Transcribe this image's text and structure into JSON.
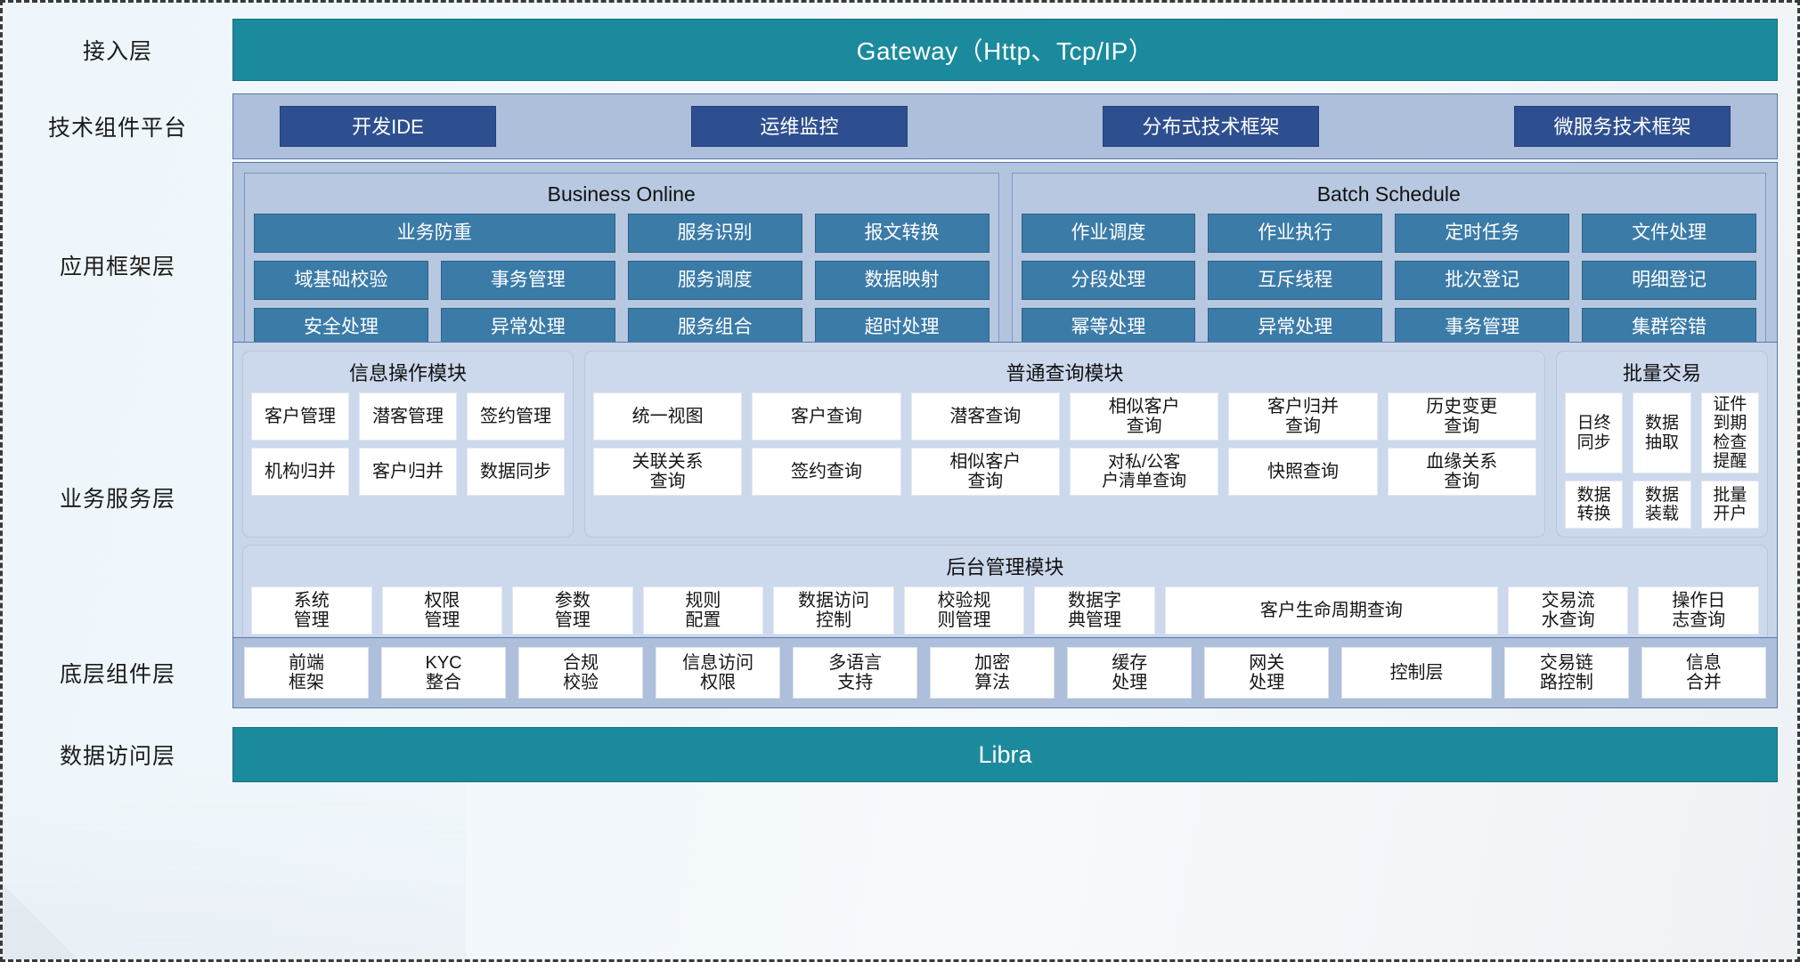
{
  "layers": {
    "access": {
      "label": "接入层",
      "bar": "Gateway（Http、Tcp/IP）"
    },
    "tech": {
      "label": "技术组件平台",
      "items": [
        "开发IDE",
        "运维监控",
        "分布式技术框架",
        "微服务技术框架"
      ]
    },
    "app_framework": {
      "label": "应用框架层",
      "groups": [
        {
          "title": "Business Online",
          "rows": [
            [
              "业务防重",
              "服务识别",
              "报文转换"
            ],
            [
              "域基础校验",
              "事务管理",
              "服务调度",
              "数据映射"
            ],
            [
              "安全处理",
              "异常处理",
              "服务组合",
              "超时处理"
            ]
          ]
        },
        {
          "title": "Batch Schedule",
          "rows": [
            [
              "作业调度",
              "作业执行",
              "定时任务",
              "文件处理"
            ],
            [
              "分段处理",
              "互斥线程",
              "批次登记",
              "明细登记"
            ],
            [
              "幂等处理",
              "异常处理",
              "事务管理",
              "集群容错"
            ]
          ]
        }
      ]
    },
    "business_service": {
      "label": "业务服务层",
      "groups": [
        {
          "title": "信息操作模块",
          "rows": [
            [
              "客户管理",
              "潜客管理",
              "签约管理"
            ],
            [
              "机构归并",
              "客户归并",
              "数据同步"
            ]
          ]
        },
        {
          "title": "普通查询模块",
          "rows": [
            [
              "统一视图",
              "客户查询",
              "潜客查询",
              "相似客户\n查询",
              "客户归并\n查询",
              "历史变更\n查询"
            ],
            [
              "关联关系\n查询",
              "签约查询",
              "相似客户\n查询",
              "对私/公客\n户清单查询",
              "快照查询",
              "血缘关系\n查询"
            ]
          ]
        },
        {
          "title": "批量交易",
          "rows": [
            [
              "日终\n同步",
              "数据\n抽取",
              "证件到期\n检查提醒"
            ],
            [
              "数据\n转换",
              "数据\n装载",
              "批量\n开户"
            ]
          ]
        }
      ],
      "admin": {
        "title": "后台管理模块",
        "items": [
          "系统\n管理",
          "权限\n管理",
          "参数\n管理",
          "规则\n配置",
          "数据访问\n控制",
          "校验规\n则管理",
          "数据字\n典管理",
          "客户生命周期查询",
          "交易流\n水查询",
          "操作日\n志查询"
        ]
      }
    },
    "base_component": {
      "label": "底层组件层",
      "items": [
        "前端\n框架",
        "KYC\n整合",
        "合规\n校验",
        "信息访问\n权限",
        "多语言\n支持",
        "加密\n算法",
        "缓存\n处理",
        "网关\n处理",
        "控制层",
        "交易链\n路控制",
        "信息\n合并"
      ]
    },
    "data_access": {
      "label": "数据访问层",
      "bar": "Libra"
    }
  },
  "colors": {
    "teal": "#1b8a9c",
    "dark_blue_chip": "#2e4f8f",
    "mid_blue_chip": "#3b7ba8",
    "panel_blue": "#aebfdb",
    "panel_light": "#ccd8ec",
    "cell_white": "#ffffff"
  }
}
